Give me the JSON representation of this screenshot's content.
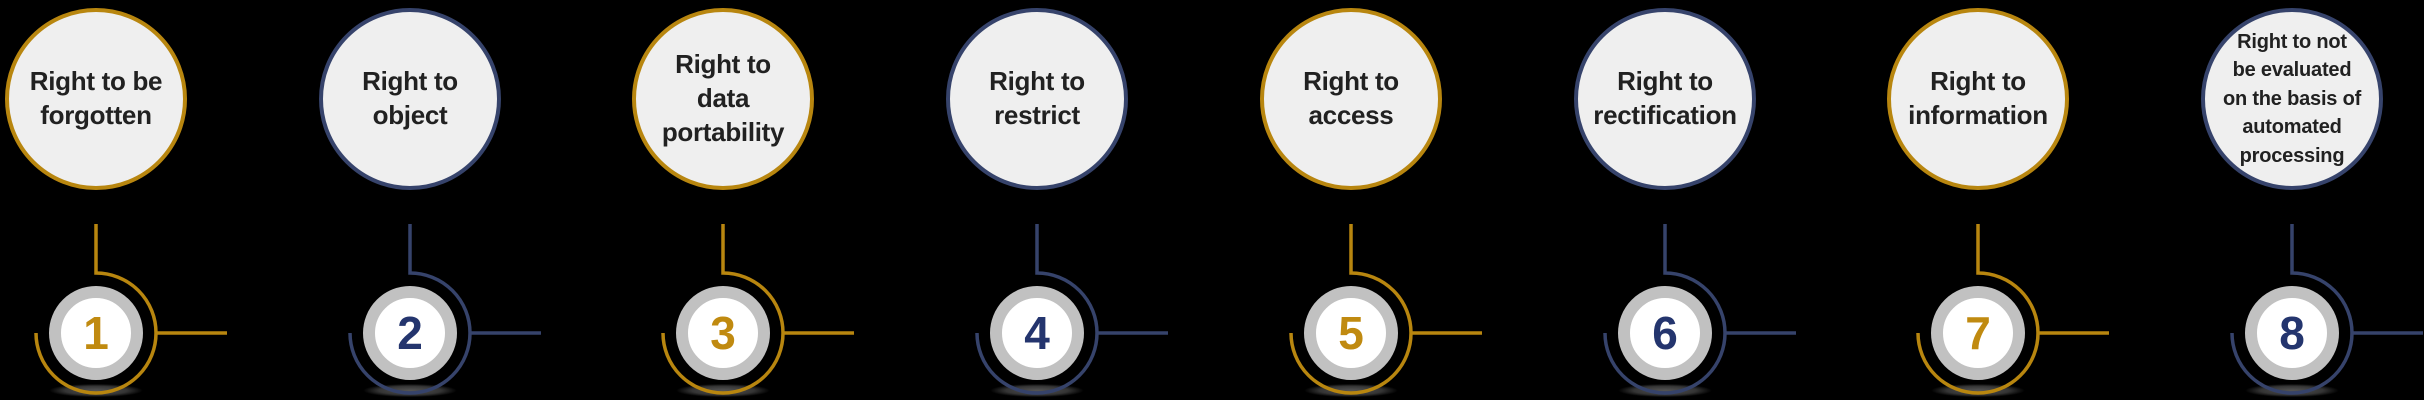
{
  "palette": {
    "background": "#000000",
    "gold_line": "#B8860F",
    "navy_line": "#36436B",
    "gold_number": "#C08A10",
    "navy_number": "#24356E",
    "bubble_fill": "#EFEFEF",
    "ring_gray": "#C1C1C1",
    "ring_inner": "#FFFFFF",
    "label_text": "#212121"
  },
  "groups": [
    {
      "number": "1",
      "label": "Right to be\nforgotten",
      "theme": "gold"
    },
    {
      "number": "2",
      "label": "Right to\nobject",
      "theme": "navy"
    },
    {
      "number": "3",
      "label": "Right to\ndata\nportability",
      "theme": "gold"
    },
    {
      "number": "4",
      "label": "Right to\nrestrict",
      "theme": "navy"
    },
    {
      "number": "5",
      "label": "Right to\naccess",
      "theme": "gold"
    },
    {
      "number": "6",
      "label": "Right to\nrectification",
      "theme": "navy"
    },
    {
      "number": "7",
      "label": "Right to\ninformation",
      "theme": "gold"
    },
    {
      "number": "8",
      "label": "Right to not\nbe evaluated\non the basis of\nautomated\nprocessing",
      "theme": "navy"
    }
  ]
}
